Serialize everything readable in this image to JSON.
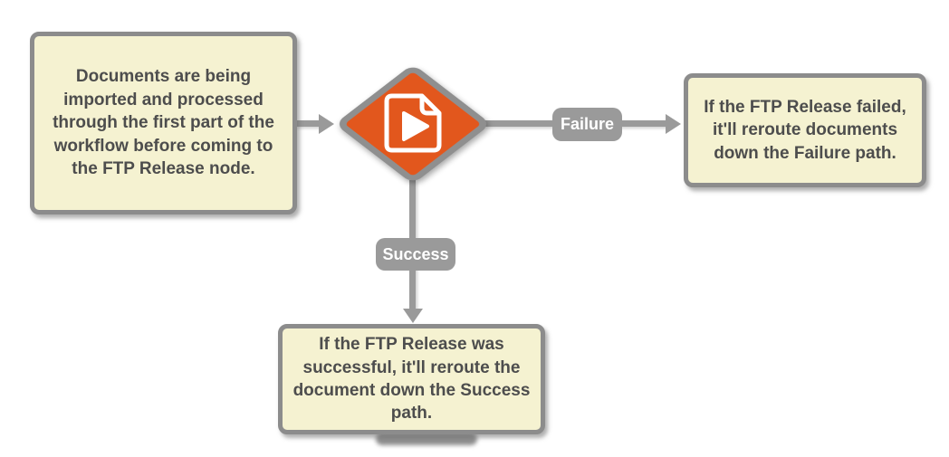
{
  "colors": {
    "background": "#FFFFFF",
    "note_fill": "#F5F2D1",
    "note_border": "#8C8C8C",
    "note_text": "#4D4D4D",
    "connector": "#9A9A9A",
    "edge_label_fill": "#9A9A9A",
    "edge_label_text": "#FFFFFF",
    "node_fill": "#E2571D",
    "node_border": "#8F8F8F",
    "node_icon": "#FFFFFF"
  },
  "notes": {
    "intro": "Documents are being imported and processed through the first part of the workflow before coming to the FTP Release node.",
    "failure": "If the FTP Release failed, it'll reroute documents down the Failure path.",
    "success": "If the FTP Release was successful, it'll reroute the document down the Success path."
  },
  "node": {
    "icon": "document-play-icon"
  },
  "edge_labels": {
    "failure": "Failure",
    "success": "Success"
  }
}
